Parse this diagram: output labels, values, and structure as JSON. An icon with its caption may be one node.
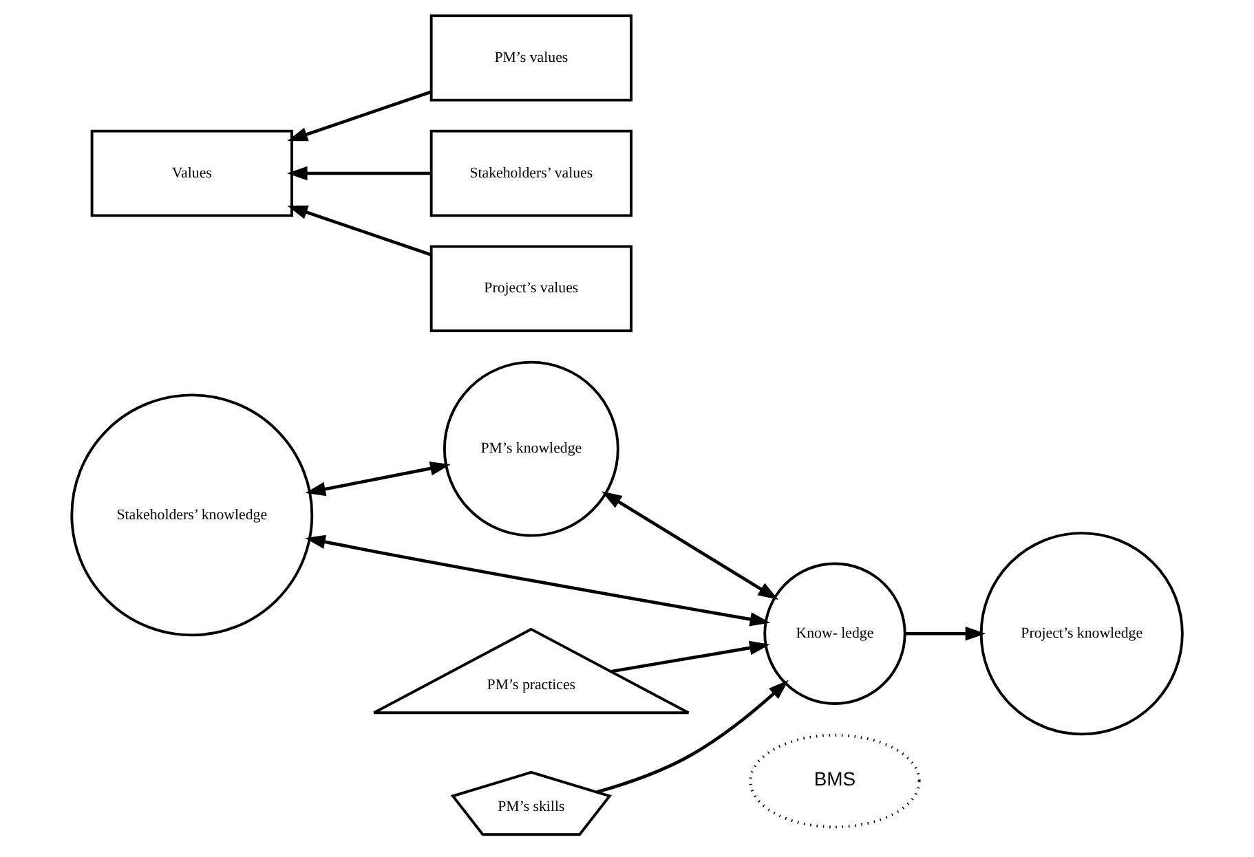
{
  "diagram": {
    "nodes": [
      {
        "text": [
          "PM’s knowledge"
        ]
      },
      {
        "text": [
          "Stakeholders’ knowledge"
        ]
      },
      {
        "text": [
          "PM’s values"
        ]
      },
      {
        "text": [
          "Know- ledge"
        ]
      },
      {
        "text": [
          "Values"
        ]
      },
      {
        "text": [
          "Stakeholders’ values"
        ]
      },
      {
        "text": [
          "PM’s practices"
        ]
      },
      {
        "text": [
          "Project’s values"
        ]
      },
      {
        "text": [
          "BMS"
        ]
      },
      {
        "text": [
          "PM’s skills"
        ]
      },
      {
        "text": [
          "Project’s knowledge"
        ]
      }
    ],
    "edges": [
      {
        "from": 1,
        "to": 0,
        "arrow": "both"
      },
      {
        "from": 0,
        "to": 3,
        "arrow": "both"
      },
      {
        "from": 1,
        "to": 3,
        "arrow": "both"
      },
      {
        "from": 6,
        "to": 3,
        "arrow": "to"
      },
      {
        "from": 9,
        "to": 3,
        "arrow": "to"
      },
      {
        "from": 3,
        "to": 10,
        "arrow": "to"
      },
      {
        "from": 2,
        "to": 4,
        "arrow": "to"
      },
      {
        "from": 5,
        "to": 4,
        "arrow": "to"
      },
      {
        "from": 7,
        "to": 4,
        "arrow": "to"
      }
    ]
  }
}
